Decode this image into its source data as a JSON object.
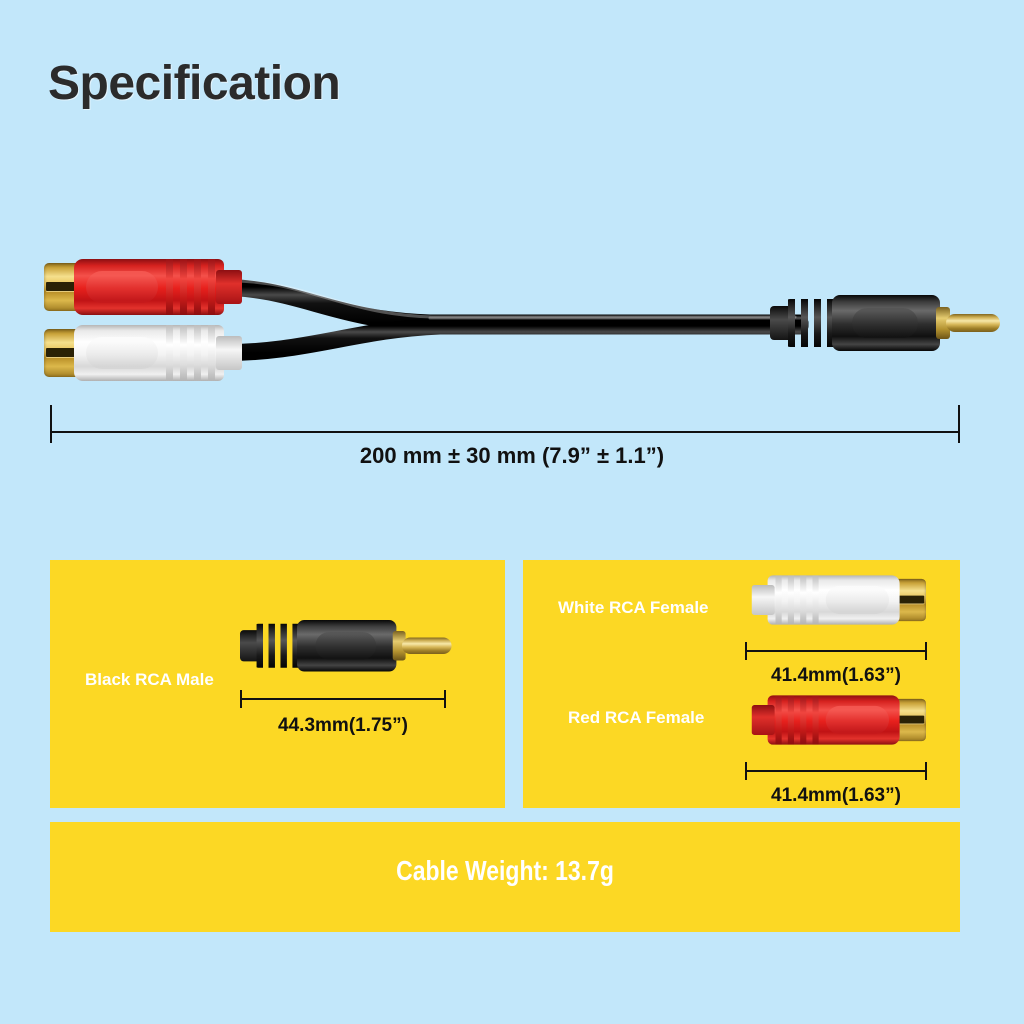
{
  "page": {
    "title": "Specification",
    "background_color": "#c2e7fa",
    "panel_color": "#fcd824"
  },
  "hero": {
    "dimension_label": "200 mm ± 30 mm (7.9” ± 1.1”)",
    "connectors": [
      {
        "name": "red-rca-female",
        "color": "#e0211d"
      },
      {
        "name": "white-rca-female",
        "color": "#f4f4f4"
      },
      {
        "name": "black-rca-male",
        "color": "#141414"
      }
    ]
  },
  "panels": {
    "left": {
      "label": "Black RCA Male",
      "dimension": "44.3mm(1.75”)"
    },
    "right": {
      "items": [
        {
          "label": "White RCA Female",
          "dimension": "41.4mm(1.63”)"
        },
        {
          "label": "Red RCA Female",
          "dimension": "41.4mm(1.63”)"
        }
      ]
    },
    "weight": {
      "text": "Cable Weight: 13.7g"
    }
  }
}
